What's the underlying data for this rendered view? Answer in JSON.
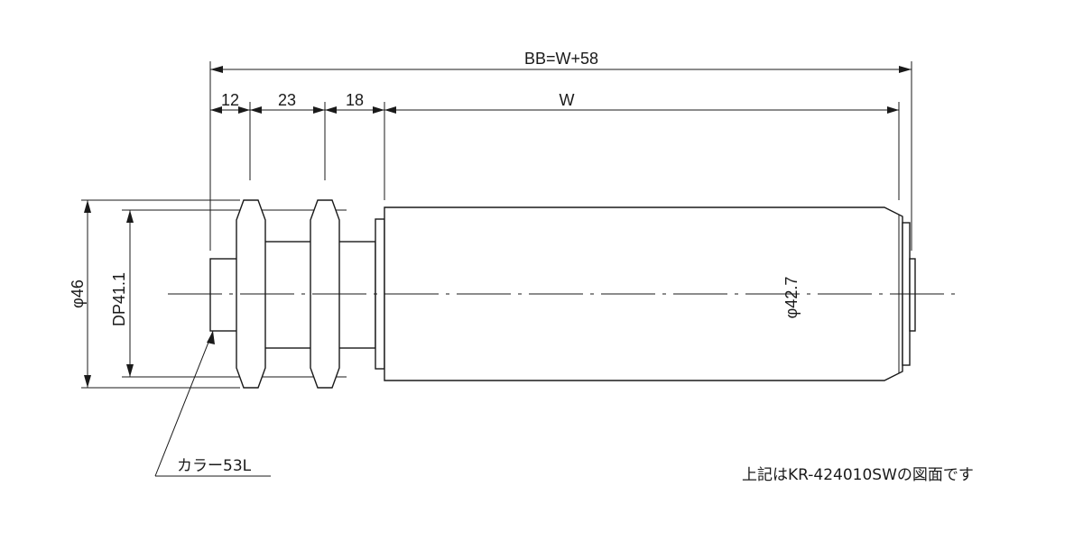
{
  "dimensions": {
    "overall": "BB=W+58",
    "seg1": "12",
    "seg2": "23",
    "seg3": "18",
    "roller_length": "W",
    "outer_dia": "φ46",
    "dp_dia": "DP41.1",
    "roller_dia": "φ42.7"
  },
  "callout": {
    "collar": "カラー53L"
  },
  "note": "上記はKR-424010SWの図面です"
}
